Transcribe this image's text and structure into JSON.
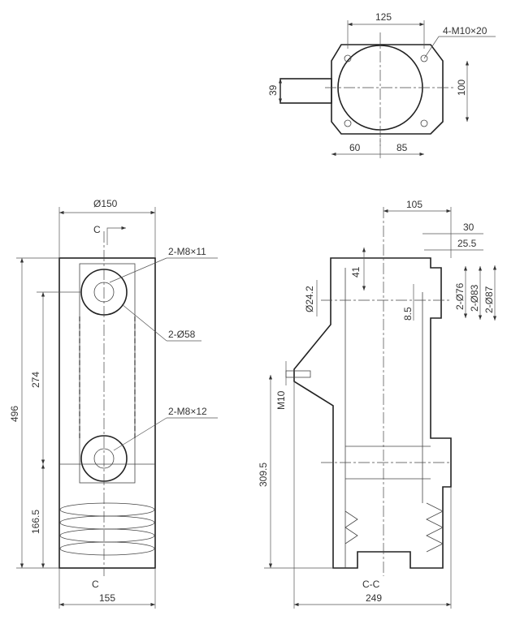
{
  "top_view": {
    "width_125": "125",
    "thread": "4-M10×20",
    "dim_39": "39",
    "dim_100": "100",
    "dim_60": "60",
    "dim_85": "85"
  },
  "front_view": {
    "dia_150": "Ø150",
    "section_top": "C",
    "thread_top": "2-M8×11",
    "dia_58": "2-Ø58",
    "thread_bottom": "2-M8×12",
    "height_496": "496",
    "dim_274": "274",
    "dim_166_5": "166.5",
    "section_bottom": "C",
    "width_155": "155"
  },
  "section_view": {
    "dim_105": "105",
    "dim_30": "30",
    "dim_25_5": "25.5",
    "dim_41": "41",
    "dia_24_2": "Ø24.2",
    "dim_8_5": "8.5",
    "dia_76": "2-Ø76",
    "dia_83": "2-Ø83",
    "dia_87": "2-Ø87",
    "thread_m10": "M10",
    "dim_309_5": "309.5",
    "title": "C-C",
    "width_249": "249"
  }
}
